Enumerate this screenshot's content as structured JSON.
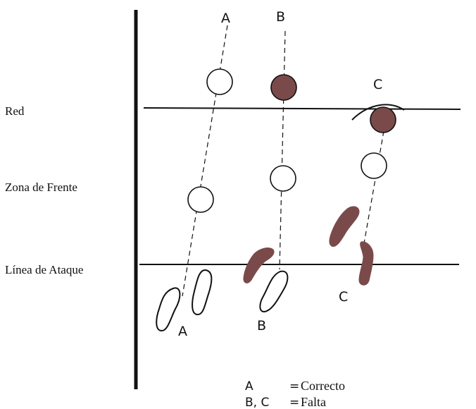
{
  "labels": {
    "net": "Red",
    "front_zone": "Zona de Frente",
    "attack_line": "Línea de Ataque"
  },
  "examples": {
    "a": {
      "top": "A",
      "bottom": "A"
    },
    "b": {
      "top": "B",
      "bottom": "B"
    },
    "c": {
      "top": "C",
      "bottom": "C"
    }
  },
  "legend": {
    "row1": {
      "key": "A",
      "eq": "=",
      "value": "Correcto"
    },
    "row2": {
      "key": "B, C",
      "eq": "=",
      "value": "Falta"
    }
  },
  "colors": {
    "line": "#111111",
    "fault": "#7a4a4a",
    "open": "#ffffff"
  }
}
